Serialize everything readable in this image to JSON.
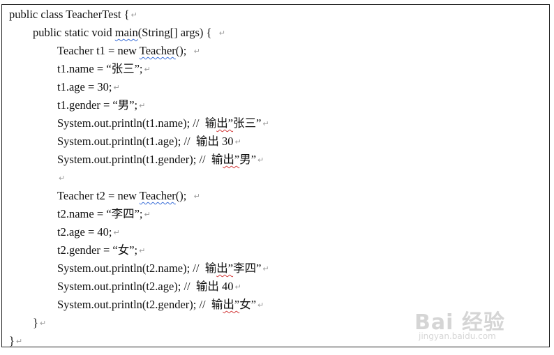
{
  "lines": [
    {
      "indent": 0,
      "parts": [
        {
          "t": "public class TeacherTest {"
        }
      ],
      "ret": "↵"
    },
    {
      "indent": 1,
      "parts": [
        {
          "t": "public static void "
        },
        {
          "t": "main",
          "sq": "blue"
        },
        {
          "t": "(String[] args) {  "
        }
      ],
      "ret": "↵"
    },
    {
      "indent": 2,
      "parts": [
        {
          "t": "Teacher t1 = new "
        },
        {
          "t": "Teacher",
          "sq": "blue"
        },
        {
          "t": "();  "
        }
      ],
      "ret": "↵"
    },
    {
      "indent": 2,
      "parts": [
        {
          "t": "t1.name = “张三”;"
        }
      ],
      "ret": "↵"
    },
    {
      "indent": 2,
      "parts": [
        {
          "t": "t1.age = 30;"
        }
      ],
      "ret": "↵"
    },
    {
      "indent": 2,
      "parts": [
        {
          "t": "t1.gender = “男”;"
        }
      ],
      "ret": "↵"
    },
    {
      "indent": 2,
      "parts": [
        {
          "t": "System.out.println(t1.name); //  输"
        },
        {
          "t": "出”",
          "sq": "red"
        },
        {
          "t": "张三”"
        }
      ],
      "ret": "↵"
    },
    {
      "indent": 2,
      "parts": [
        {
          "t": "System.out.println(t1.age); //  输出 30"
        }
      ],
      "ret": "↵"
    },
    {
      "indent": 2,
      "parts": [
        {
          "t": "System.out.println(t1.gender); //  输"
        },
        {
          "t": "出”",
          "sq": "red"
        },
        {
          "t": "男”"
        }
      ],
      "ret": "↵"
    },
    {
      "indent": 2,
      "parts": [],
      "ret": "↵"
    },
    {
      "indent": 2,
      "parts": [
        {
          "t": "Teacher t2 = new "
        },
        {
          "t": "Teacher",
          "sq": "blue"
        },
        {
          "t": "();  "
        }
      ],
      "ret": "↵"
    },
    {
      "indent": 2,
      "parts": [
        {
          "t": "t2.name = “李四”;"
        }
      ],
      "ret": "↵"
    },
    {
      "indent": 2,
      "parts": [
        {
          "t": "t2.age = 40;"
        }
      ],
      "ret": "↵"
    },
    {
      "indent": 2,
      "parts": [
        {
          "t": "t2.gender = “女”;"
        }
      ],
      "ret": "↵"
    },
    {
      "indent": 2,
      "parts": [
        {
          "t": "System.out.println(t2.name); //  输"
        },
        {
          "t": "出”",
          "sq": "red"
        },
        {
          "t": "李四”"
        }
      ],
      "ret": "↵"
    },
    {
      "indent": 2,
      "parts": [
        {
          "t": "System.out.println(t2.age); //  输出 40"
        }
      ],
      "ret": "↵"
    },
    {
      "indent": 2,
      "parts": [
        {
          "t": "System.out.println(t2.gender); //  输"
        },
        {
          "t": "出”",
          "sq": "red"
        },
        {
          "t": "女”"
        }
      ],
      "ret": "↵"
    },
    {
      "indent": 1,
      "parts": [
        {
          "t": "}"
        }
      ],
      "ret": "↵"
    },
    {
      "indent": 0,
      "parts": [
        {
          "t": "}"
        }
      ],
      "ret": "↵"
    }
  ],
  "watermark": {
    "brand": "Bai 经验",
    "url": "jingyan.baidu.com"
  }
}
